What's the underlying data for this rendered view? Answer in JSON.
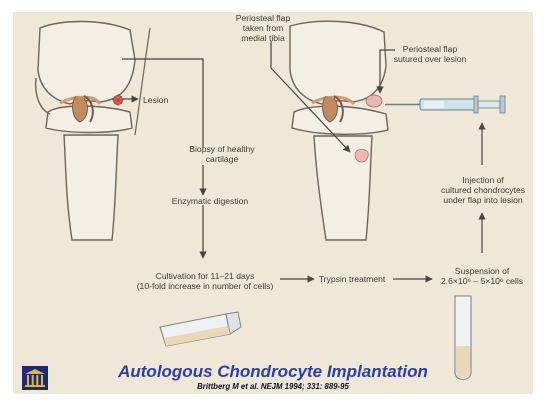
{
  "labels": {
    "lesion": "Lesion",
    "periosteal_flap_taken": [
      "Periosteal flap",
      "taken from",
      "medial tibia"
    ],
    "periosteal_flap_sutured": [
      "Periosteal flap",
      "sutured over lesion"
    ],
    "biopsy": [
      "Biopsy of healthy",
      "cartilage"
    ],
    "enzymatic_digestion": "Enzymatic digestion",
    "cultivation": [
      "Cultivation for 11–21 days",
      "(10-fold increase in number of cells)"
    ],
    "trypsin": "Trypsin treatment",
    "suspension": [
      "Suspension of",
      "2.6×10⁶ – 5×10⁶ cells"
    ],
    "injection": [
      "Injection of",
      "cultured chondrocytes",
      "under flap into lesion"
    ]
  },
  "title": "Autologous Chondrocyte Implantation",
  "citation": "Brittberg M et al. NEJM 1994; 331: 889-95",
  "colors": {
    "background": "#efe7d7",
    "title": "#2a3fa8",
    "arrow": "#4a4440",
    "bone": "#f4efe4",
    "cartilage": "#d99a6b"
  }
}
